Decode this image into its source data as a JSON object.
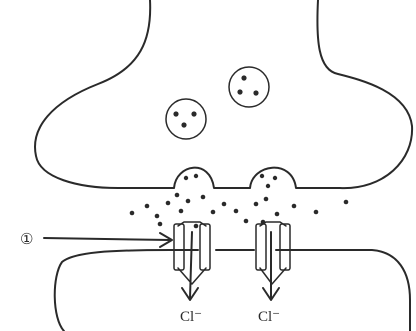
{
  "labels": {
    "marker": "①",
    "ion_left": "Cl⁻",
    "ion_right": "Cl⁻"
  }
}
